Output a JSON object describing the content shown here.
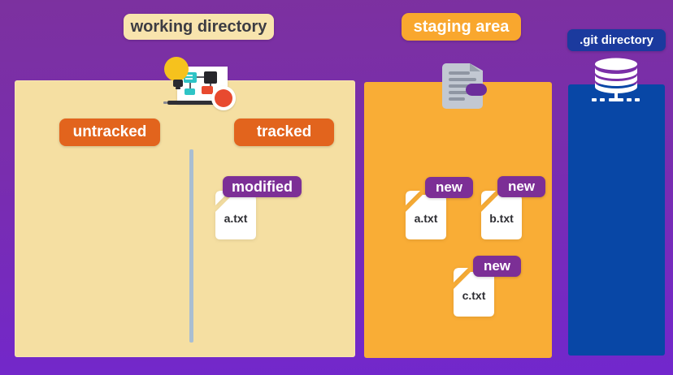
{
  "panels": {
    "working_directory": {
      "label": "working directory",
      "panel_color": "#f5dfa2",
      "label_pill_color": "#f8e4ad",
      "icon": "planning-board-icon",
      "sections": [
        {
          "label": "untracked",
          "color": "#e2641d"
        },
        {
          "label": "tracked",
          "color": "#e2641d"
        }
      ],
      "files": [
        {
          "name": "a.txt",
          "status": "modified",
          "status_color": "#7c2f96"
        }
      ]
    },
    "staging_area": {
      "label": "staging area",
      "panel_color": "#f9ad36",
      "label_pill_color": "#f9a72e",
      "icon": "document-tag-icon",
      "files": [
        {
          "name": "a.txt",
          "status": "new",
          "status_color": "#7c2f96"
        },
        {
          "name": "b.txt",
          "status": "new",
          "status_color": "#7c2f96"
        },
        {
          "name": "c.txt",
          "status": "new",
          "status_color": "#7c2f96"
        }
      ]
    },
    "git_directory": {
      "label": ".git directory",
      "panel_color": "#0847a6",
      "label_pill_color": "#1b3a9e",
      "icon": "database-icon",
      "files": []
    }
  },
  "colors": {
    "background_top": "#7c319f",
    "background_bottom": "#7227cd",
    "divider": "#a9bed2",
    "file_card": "#ffffff",
    "file_text": "#2e2e33",
    "tracked_pill": "#e2641d",
    "status_pill": "#7c2f96"
  }
}
